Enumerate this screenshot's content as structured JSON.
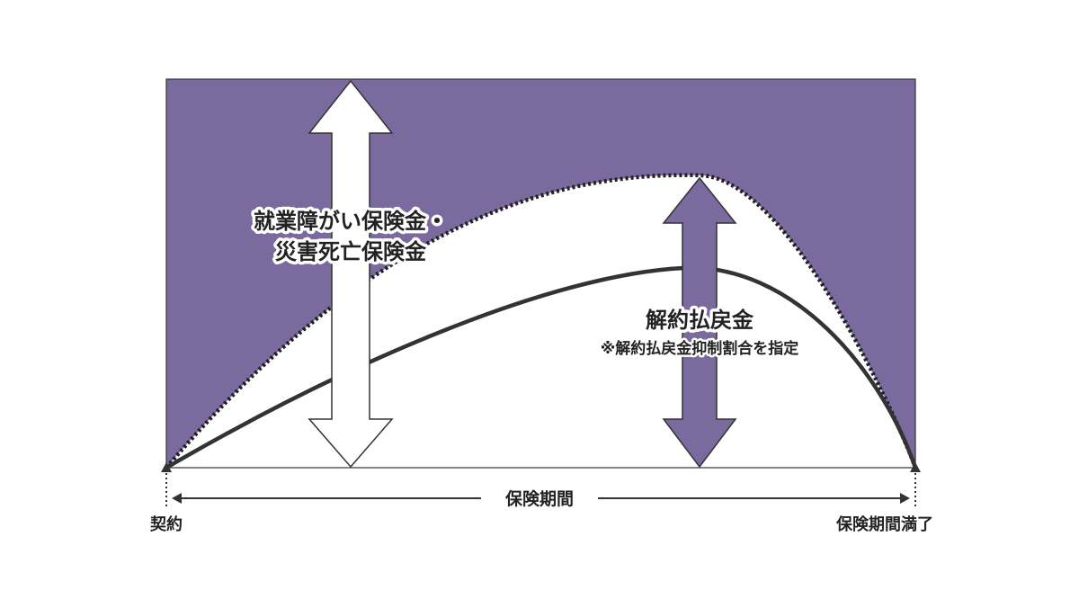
{
  "colors": {
    "purple": "#7b6a9e",
    "white": "#ffffff",
    "dark": "#333333",
    "outline": "#333333"
  },
  "labels": {
    "benefit_line1": "就業障がい保険金・",
    "benefit_line2": "災害死亡保険金",
    "surrender_title": "解約払戻金",
    "surrender_note": "※解約払戻金抑制割合を指定",
    "period": "保険期間",
    "start": "契約",
    "end": "保険期間満了"
  }
}
